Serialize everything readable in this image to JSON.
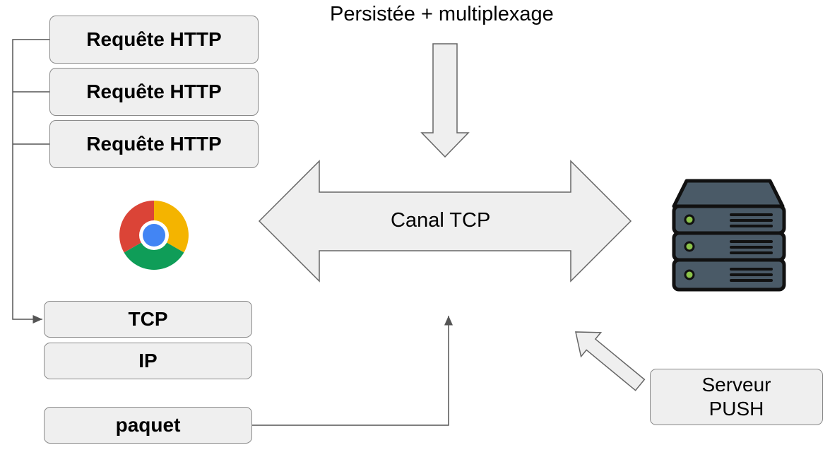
{
  "top_caption": "Persistée + multiplexage",
  "channel_label": "Canal TCP",
  "http_requests": [
    "Requête HTTP",
    "Requête HTTP",
    "Requête HTTP"
  ],
  "stack": {
    "tcp": "TCP",
    "ip": "IP"
  },
  "packet": "paquet",
  "push": {
    "line1": "Serveur",
    "line2": "PUSH"
  },
  "icons": {
    "browser": "chrome-icon",
    "server": "server-icon"
  },
  "colors": {
    "box_fill": "#efefef",
    "box_border": "#8a8a8a",
    "chrome_red": "#db4437",
    "chrome_green": "#0f9d58",
    "chrome_yellow": "#f4b400",
    "chrome_blue": "#4285f4",
    "server_body": "#4a5a67",
    "server_led": "#8bc34a"
  }
}
